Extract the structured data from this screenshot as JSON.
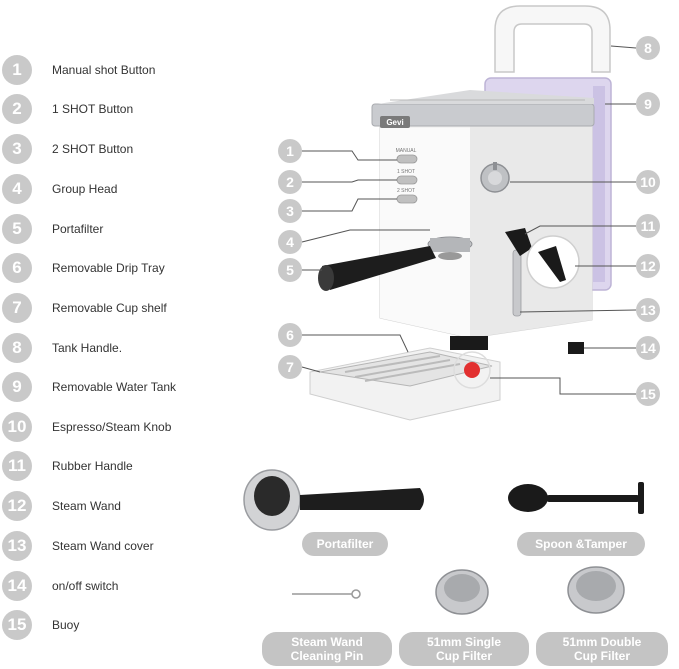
{
  "legend": [
    {
      "num": "1",
      "label": "Manual shot Button"
    },
    {
      "num": "2",
      "label": "1 SHOT Button"
    },
    {
      "num": "3",
      "label": "2 SHOT Button"
    },
    {
      "num": "4",
      "label": "Group Head"
    },
    {
      "num": "5",
      "label": "Portafilter"
    },
    {
      "num": "6",
      "label": "Removable Drip Tray"
    },
    {
      "num": "7",
      "label": "Removable Cup shelf"
    },
    {
      "num": "8",
      "label": "Tank Handle."
    },
    {
      "num": "9",
      "label": "Removable Water Tank"
    },
    {
      "num": "10",
      "label": "Espresso/Steam Knob"
    },
    {
      "num": "11",
      "label": "Rubber Handle"
    },
    {
      "num": "12",
      "label": "Steam Wand"
    },
    {
      "num": "13",
      "label": "Steam Wand cover"
    },
    {
      "num": "14",
      "label": "on/off switch"
    },
    {
      "num": "15",
      "label": "Buoy"
    }
  ],
  "callouts": [
    "1",
    "2",
    "3",
    "4",
    "5",
    "6",
    "7",
    "8",
    "9",
    "10",
    "11",
    "12",
    "13",
    "14",
    "15"
  ],
  "machine": {
    "brand": "Gevi",
    "button_labels": [
      "MANUAL",
      "1 SHOT",
      "2 SHOT"
    ]
  },
  "accessories": {
    "portafilter": "Portafilter",
    "spoon_tamper": "Spoon &Tamper",
    "pin_line1": "Steam Wand",
    "pin_line2": "Cleaning Pin",
    "single_line1": "51mm Single",
    "single_line2": "Cup Filter",
    "double_line1": "51mm Double",
    "double_line2": "Cup Filter"
  },
  "colors": {
    "badge": "#c9c9c9",
    "pill": "#c4c4c4",
    "text": "#333333"
  }
}
